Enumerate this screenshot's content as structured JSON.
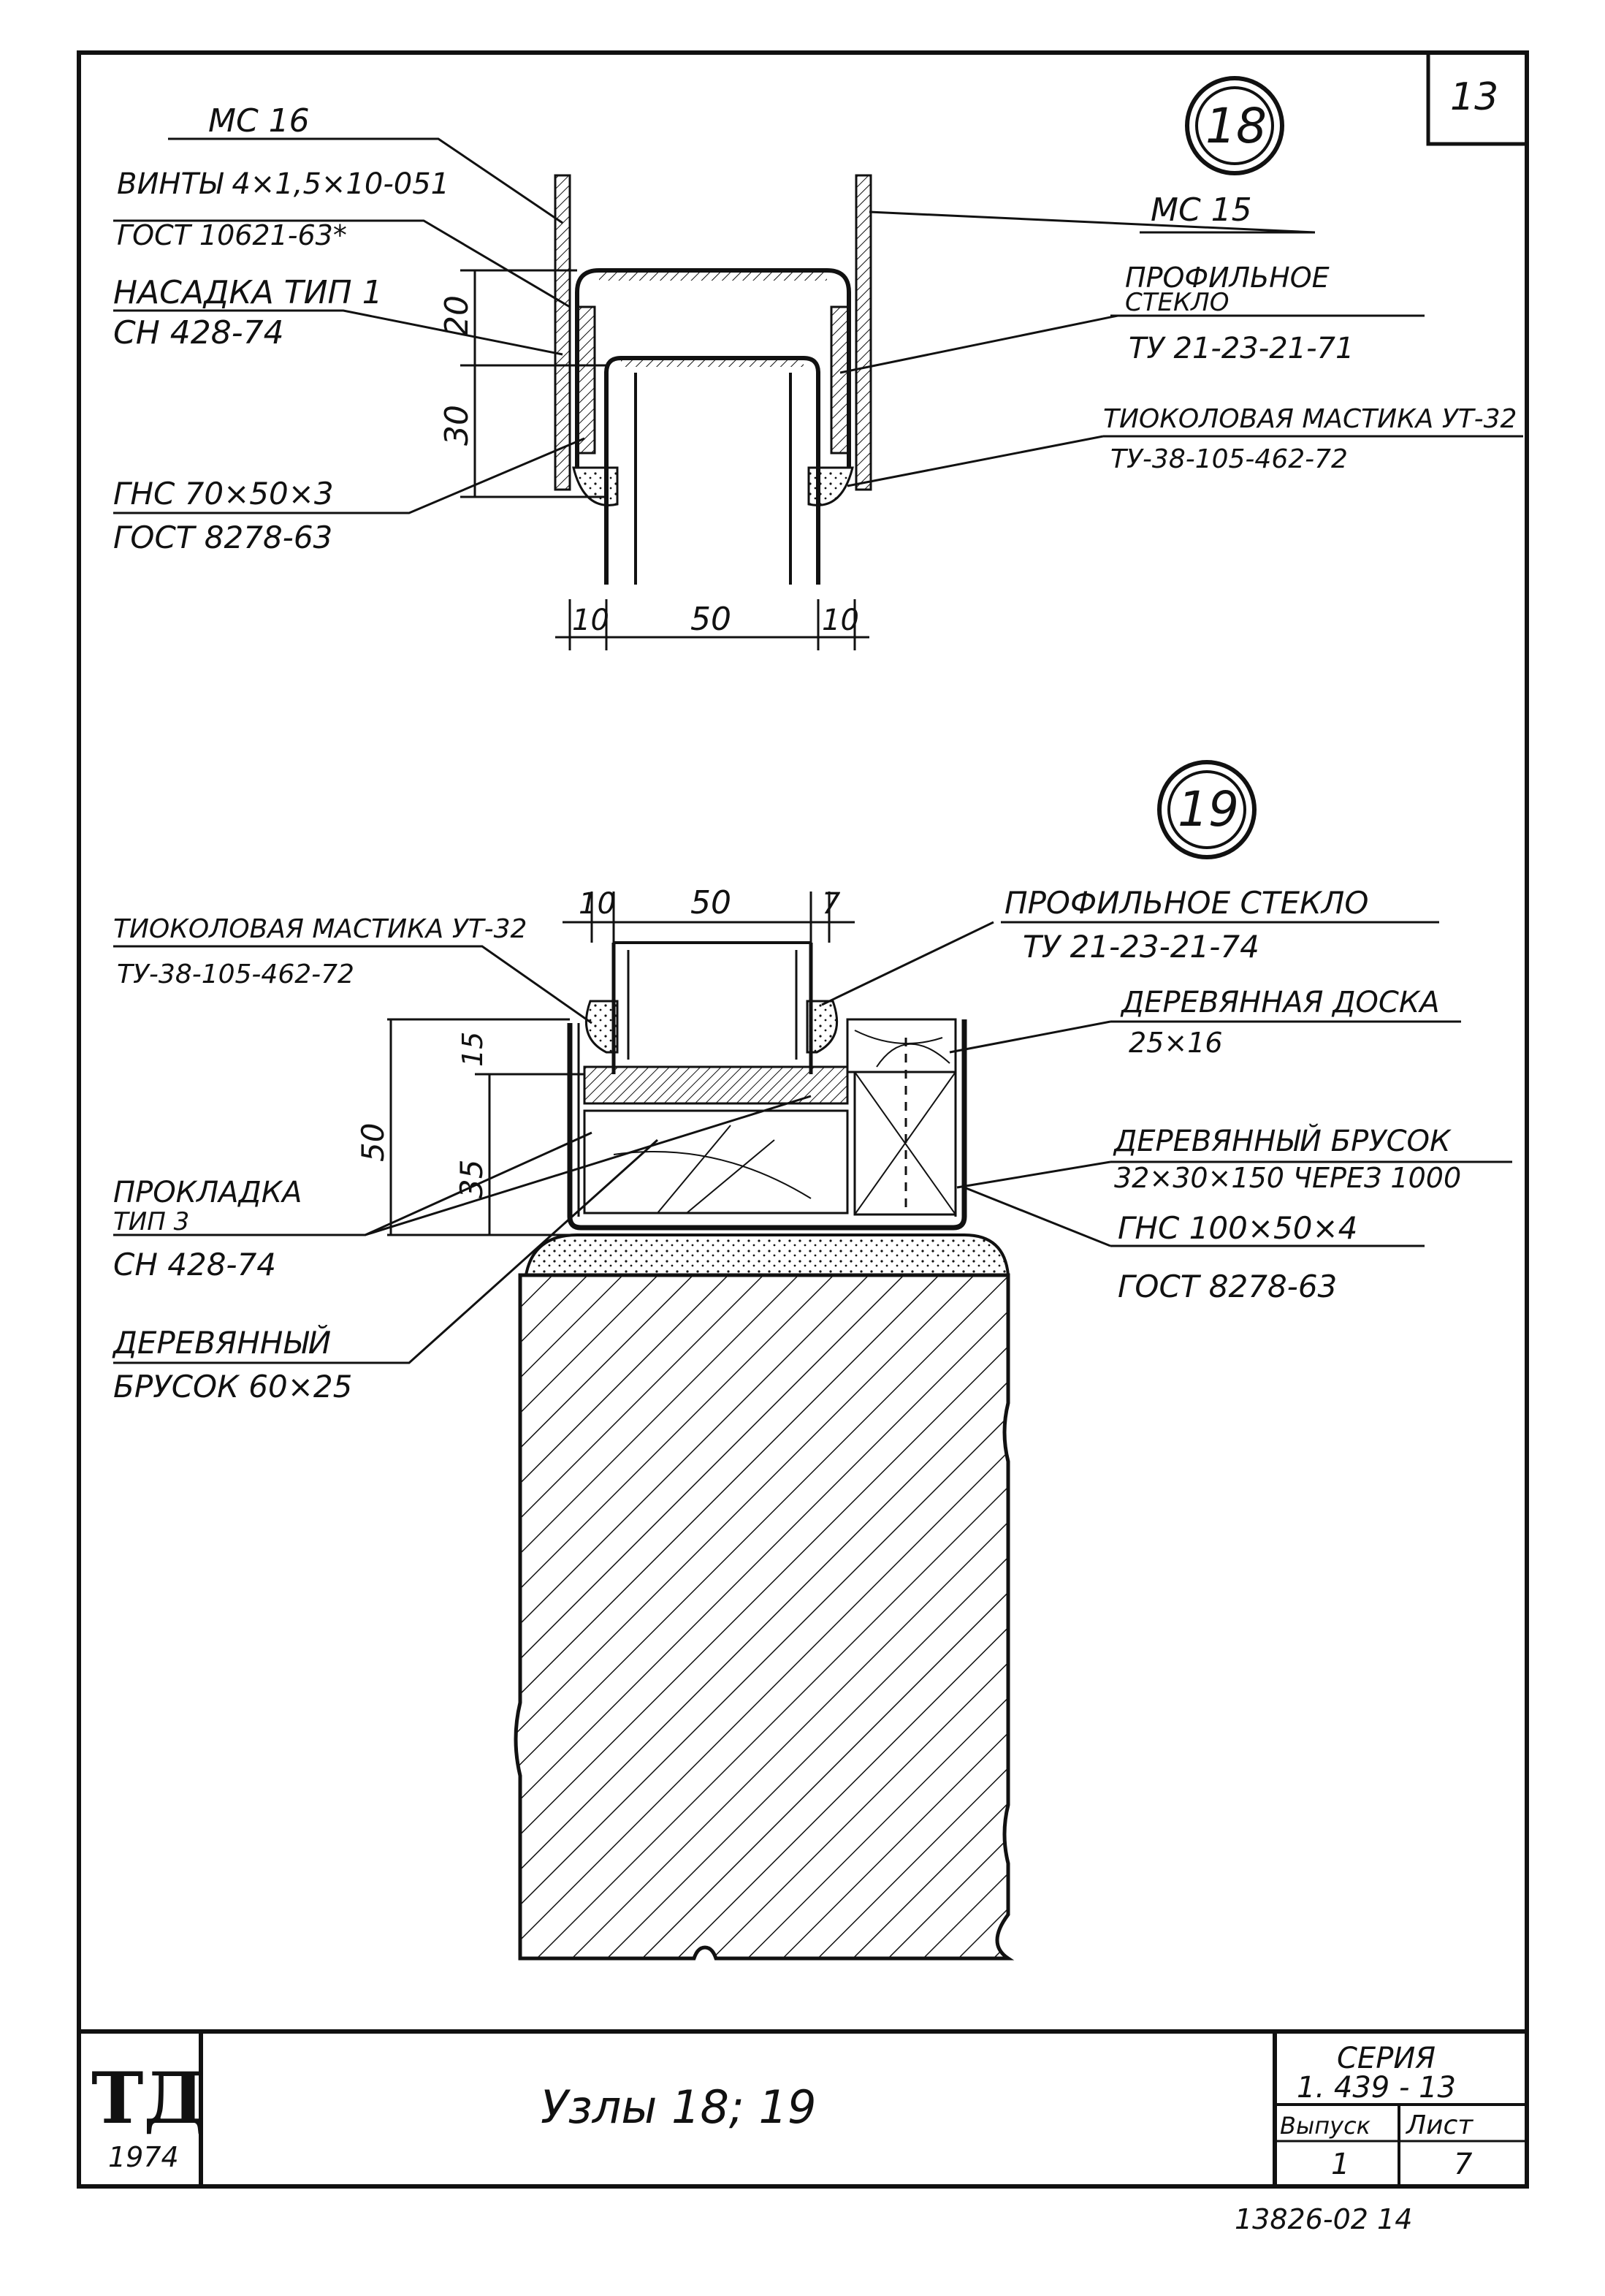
{
  "sheet": {
    "number": "13",
    "title": "Узлы 18; 19",
    "stamp_logo": "ТД",
    "stamp_year": "1974",
    "series_label": "СЕРИЯ",
    "series_value": "1. 439 - 13",
    "issue_label": "Выпуск",
    "issue_value": "1",
    "sheet_label": "Лист",
    "sheet_value": "7",
    "archive_number": "13826-02 14"
  },
  "node18": {
    "badge": "18",
    "labels": {
      "mc16": "МС 16",
      "screws_1": "ВИНТЫ 4×1,5×10-051",
      "screws_2": "ГОСТ 10621-63*",
      "nozzle_1": "НАСАДКА ТИП 1",
      "nozzle_2": "СН 428-74",
      "channel_1": "ГНС 70×50×3",
      "channel_2": "ГОСТ 8278-63",
      "mc15": "МС 15",
      "glass_1": "ПРОФИЛЬНОЕ",
      "glass_2": "СТЕКЛО",
      "glass_3": "ТУ 21-23-21-71",
      "mastic_1": "ТИОКОЛОВАЯ МАСТИКА УТ-32",
      "mastic_2": "ТУ-38-105-462-72"
    },
    "dims": {
      "d20": "20",
      "d30": "30",
      "b10a": "10",
      "b50": "50",
      "b10b": "10"
    }
  },
  "node19": {
    "badge": "19",
    "labels": {
      "mastic_1": "ТИОКОЛОВАЯ МАСТИКА УТ-32",
      "mastic_2": "ТУ-38-105-462-72",
      "gasket_1": "ПРОКЛАДКА",
      "gasket_2": "ТИП 3",
      "gasket_3": "СН 428-74",
      "bar60_1": "ДЕРЕВЯННЫЙ",
      "bar60_2": "БРУСОК 60×25",
      "glass_1": "ПРОФИЛЬНОЕ СТЕКЛО",
      "glass_2": "ТУ 21-23-21-74",
      "board_1": "ДЕРЕВЯННАЯ ДОСКА",
      "board_2": "25×16",
      "bar32_1": "ДЕРЕВЯННЫЙ БРУСОК",
      "bar32_2": "32×30×150 ЧЕРЕЗ 1000",
      "channel_1": "ГНС 100×50×4",
      "channel_2": "ГОСТ 8278-63"
    },
    "dims": {
      "t10": "10",
      "t50": "50",
      "t7": "7",
      "v15": "15",
      "v50": "50",
      "v35": "35"
    }
  }
}
